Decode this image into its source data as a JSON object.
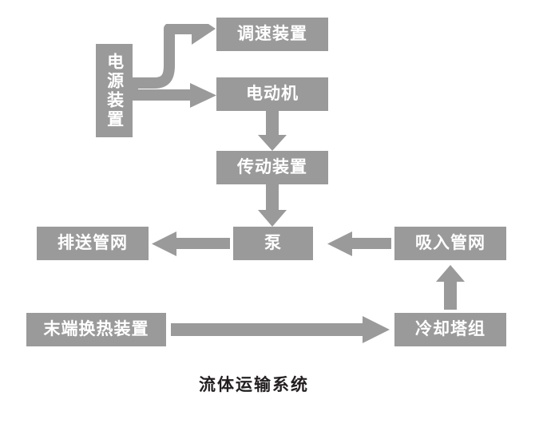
{
  "diagram": {
    "caption": "流体运输系统",
    "node_color": "#9a9a9a",
    "arrow_color": "#9a9a9a",
    "text_color": "#ffffff",
    "caption_color": "#231f20",
    "background": "#ffffff",
    "nodes": [
      {
        "id": "speed-regulator",
        "label": "调速装置"
      },
      {
        "id": "power-supply",
        "label": "电源装置"
      },
      {
        "id": "motor",
        "label": "电动机"
      },
      {
        "id": "transmission",
        "label": "传动装置"
      },
      {
        "id": "pump",
        "label": "泵"
      },
      {
        "id": "discharge-pipe-network",
        "label": "排送管网"
      },
      {
        "id": "suction-pipe-network",
        "label": "吸入管网"
      },
      {
        "id": "terminal-heat-exchanger",
        "label": "末端换热装置"
      },
      {
        "id": "cooling-tower-group",
        "label": "冷却塔组"
      }
    ],
    "arrows": [
      {
        "id": "power-to-speed-regulator",
        "from": "power-supply",
        "to": "speed-regulator"
      },
      {
        "id": "power-to-motor",
        "from": "power-supply",
        "to": "motor"
      },
      {
        "id": "motor-to-transmission",
        "from": "motor",
        "to": "transmission"
      },
      {
        "id": "transmission-to-pump",
        "from": "transmission",
        "to": "pump"
      },
      {
        "id": "pump-to-discharge",
        "from": "pump",
        "to": "discharge-pipe-network"
      },
      {
        "id": "suction-to-pump",
        "from": "suction-pipe-network",
        "to": "pump"
      },
      {
        "id": "cooling-tower-to-suction",
        "from": "cooling-tower-group",
        "to": "suction-pipe-network"
      },
      {
        "id": "terminal-to-cooling-tower",
        "from": "terminal-heat-exchanger",
        "to": "cooling-tower-group"
      }
    ]
  }
}
